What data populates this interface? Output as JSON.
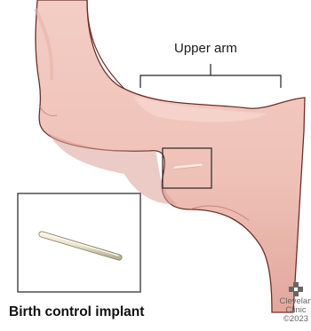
{
  "labels": {
    "upper_arm": "Upper arm",
    "caption": "Birth control implant"
  },
  "branding": {
    "line1": "Clevelan",
    "line2": "Clinic",
    "line3": "©2023",
    "logo_icon": "cleveland-clinic-logo-icon"
  },
  "colors": {
    "skin": "#efc4bb",
    "skin_shadow": "#d99c93",
    "outline": "#6e2e2a",
    "box_stroke": "#333333",
    "implant": "#efe9d1"
  }
}
